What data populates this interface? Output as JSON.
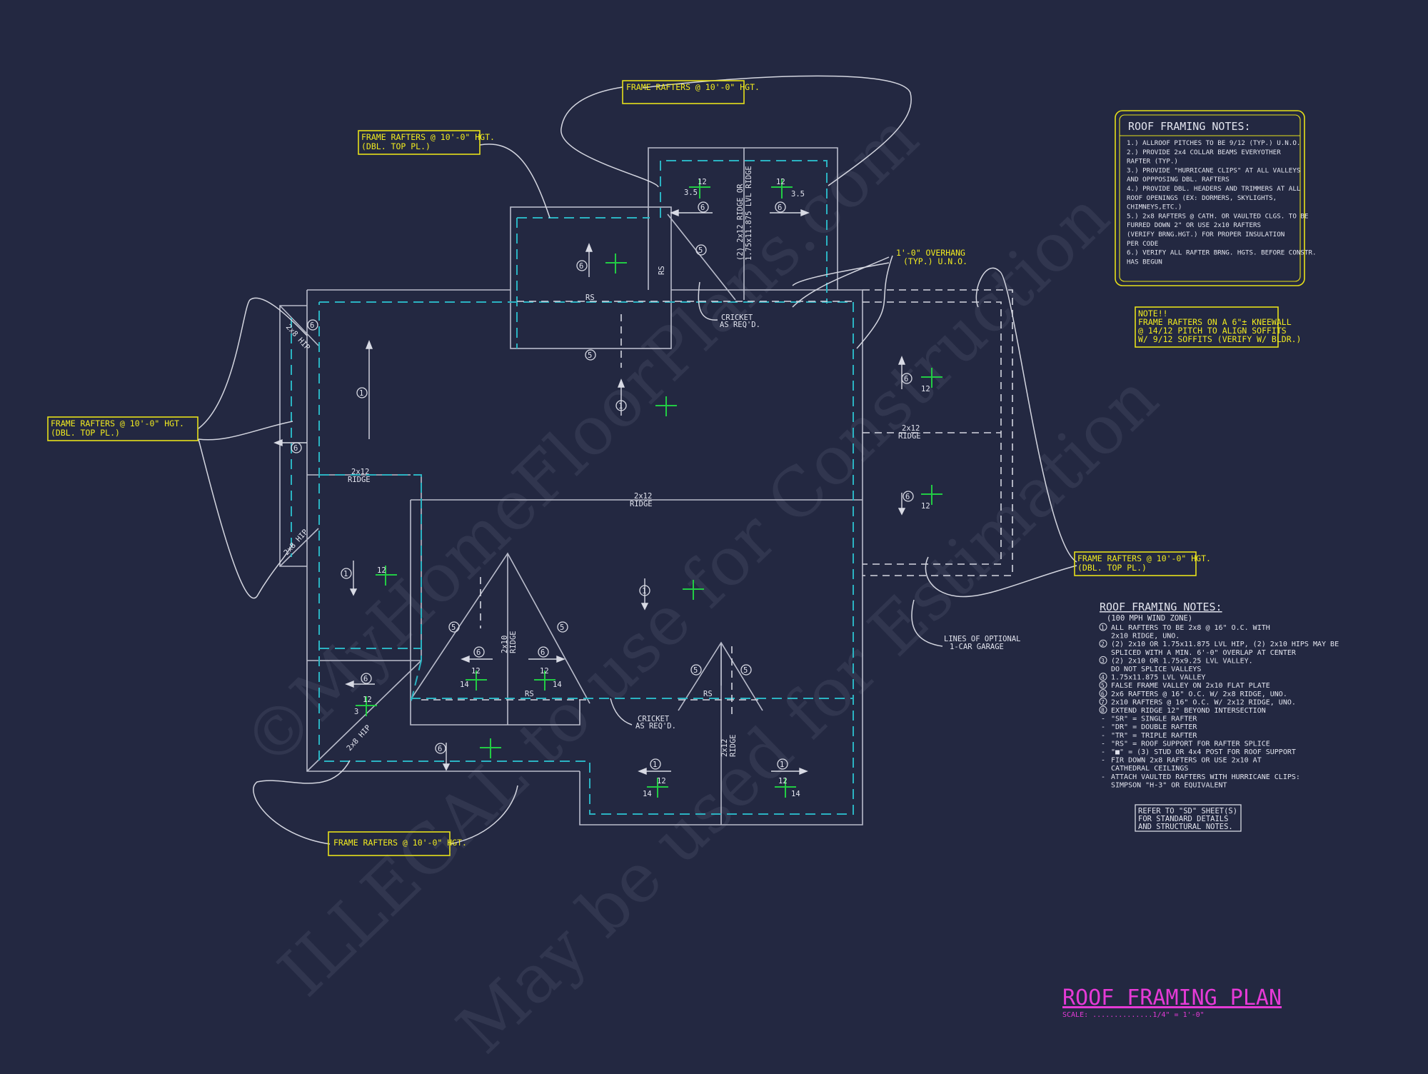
{
  "watermark": {
    "line1": "©MyHomeFloorPlans.com",
    "line2": "ILLEGAL to use for Construction",
    "line3": "May be used for Estimation"
  },
  "callouts": {
    "top_frame": "FRAME RAFTERS @ 10'-0\" HGT.",
    "upper_left_frame_1": "FRAME RAFTERS @ 10'-0\" HGT.",
    "upper_left_frame_2": "(DBL. TOP PL.)",
    "left_frame_1": "FRAME RAFTERS @ 10'-0\" HGT.",
    "left_frame_2": "(DBL. TOP PL.)",
    "right_frame_1": "FRAME RAFTERS @ 10'-0\" HGT.",
    "right_frame_2": "(DBL. TOP PL.)",
    "bottom_frame": "FRAME RAFTERS @ 10'-0\" HGT.",
    "overhang_1": "1'-0\" OVERHANG",
    "overhang_2": "(TYP.) U.N.O.",
    "kneewall_title": "NOTE!!",
    "kneewall_1": "FRAME RAFTERS ON A 6\"± KNEEWALL",
    "kneewall_2": "@ 14/12 PITCH TO ALIGN SOFFITS",
    "kneewall_3": "W/ 9/12 SOFFITS (VERIFY W/ BLDR.)"
  },
  "labels": {
    "cricket": "CRICKET",
    "as_reqd": "AS REQ'D.",
    "ridge_size": "2x12",
    "ridge": "RIDGE",
    "ridge_lvl": "(2) 2x12 RIDGE OR",
    "ridge_lvl_2": "1.75x11.875 LVL RIDGE",
    "ridge_2x10": "2x10",
    "rs": "RS",
    "hip": "2x8 HIP",
    "optional_garage_1": "LINES OF OPTIONAL",
    "optional_garage_2": "1-CAR GARAGE"
  },
  "notes_box": {
    "title": "ROOF FRAMING NOTES:",
    "lines": [
      "1.) ALLROOF PITCHES TO BE  9/12 (TYP.) U.N.O.",
      "2.) PROVIDE 2x4 COLLAR BEAMS EVERYOTHER",
      "     RAFTER (TYP.)",
      "3.) PROVIDE \"HURRICANE CLIPS\" AT ALL VALLEYS",
      "     AND OPPPOSING DBL. RAFTERS",
      "4.) PROVIDE DBL. HEADERS AND TRIMMERS AT ALL",
      "     ROOF OPENINGS (EX: DORMERS, SKYLIGHTS,",
      "     CHIMNEYS,ETC.)",
      "5.) 2x8 RAFTERS @ CATH. OR VAULTED CLGS. TO BE",
      "     FURRED DOWN 2\" OR USE 2x10 RAFTERS",
      "     (VERIFY BRNG.HGT.) FOR PROPER INSULATION",
      "     PER CODE",
      "6.) VERIFY ALL RAFTER BRNG. HGTS. BEFORE CONSTR.",
      "     HAS BEGUN"
    ]
  },
  "legend": {
    "title": "ROOF FRAMING NOTES:",
    "subtitle": "(100 MPH WIND ZONE)",
    "items": [
      {
        "num": "1",
        "text": "ALL RAFTERS TO BE 2x8 @ 16\" O.C. WITH"
      },
      {
        "num": "",
        "text": "2x10 RIDGE, UNO."
      },
      {
        "num": "2",
        "text": "(2) 2x10 OR 1.75x11.875 LVL HIP, (2) 2x10 HIPS MAY BE"
      },
      {
        "num": "",
        "text": "SPLICED WITH A MIN. 6'-0\" OVERLAP AT CENTER"
      },
      {
        "num": "3",
        "text": "(2) 2x10 OR 1.75x9.25 LVL VALLEY."
      },
      {
        "num": "",
        "text": "DO NOT SPLICE VALLEYS"
      },
      {
        "num": "4",
        "text": "1.75x11.875 LVL VALLEY"
      },
      {
        "num": "5",
        "text": "FALSE FRAME VALLEY ON 2x10 FLAT PLATE"
      },
      {
        "num": "6",
        "text": "2x6 RAFTERS @ 16\" O.C. W/ 2x8 RIDGE, UNO."
      },
      {
        "num": "7",
        "text": "2x10 RAFTERS @ 16\" O.C. W/ 2x12 RIDGE, UNO."
      },
      {
        "num": "8",
        "text": "EXTEND RIDGE 12\" BEYOND INTERSECTION"
      },
      {
        "num": "-",
        "text": "\"SR\" = SINGLE RAFTER"
      },
      {
        "num": "-",
        "text": "\"DR\" = DOUBLE RAFTER"
      },
      {
        "num": "-",
        "text": "\"TR\" = TRIPLE RAFTER"
      },
      {
        "num": "-",
        "text": "\"RS\" = ROOF SUPPORT FOR RAFTER SPLICE"
      },
      {
        "num": "-",
        "text": "\"■\" = (3) STUD OR 4x4 POST FOR ROOF SUPPORT"
      },
      {
        "num": "-",
        "text": "FIR DOWN 2x8 RAFTERS OR USE 2x10 AT"
      },
      {
        "num": "",
        "text": "CATHEDRAL CEILINGS"
      },
      {
        "num": "-",
        "text": "ATTACH VAULTED RAFTERS WITH HURRICANE CLIPS:"
      },
      {
        "num": "",
        "text": "SIMPSON \"H-3\" OR EQUIVALENT"
      }
    ],
    "ref_1": "REFER TO \"SD\" SHEET(S)",
    "ref_2": "FOR STANDARD DETAILS",
    "ref_3": "AND STRUCTURAL NOTES."
  },
  "plan_title": {
    "title": "ROOF FRAMING PLAN",
    "scale": "SCALE: ..............1/4\" = 1'-0\""
  },
  "colors": {
    "background": "#232841",
    "wall": "#b9bccb",
    "overhang_line": "#2bb3c2",
    "callout": "#f0ea20",
    "pitch_mark": "#22cc44",
    "title": "#e53ad6"
  }
}
